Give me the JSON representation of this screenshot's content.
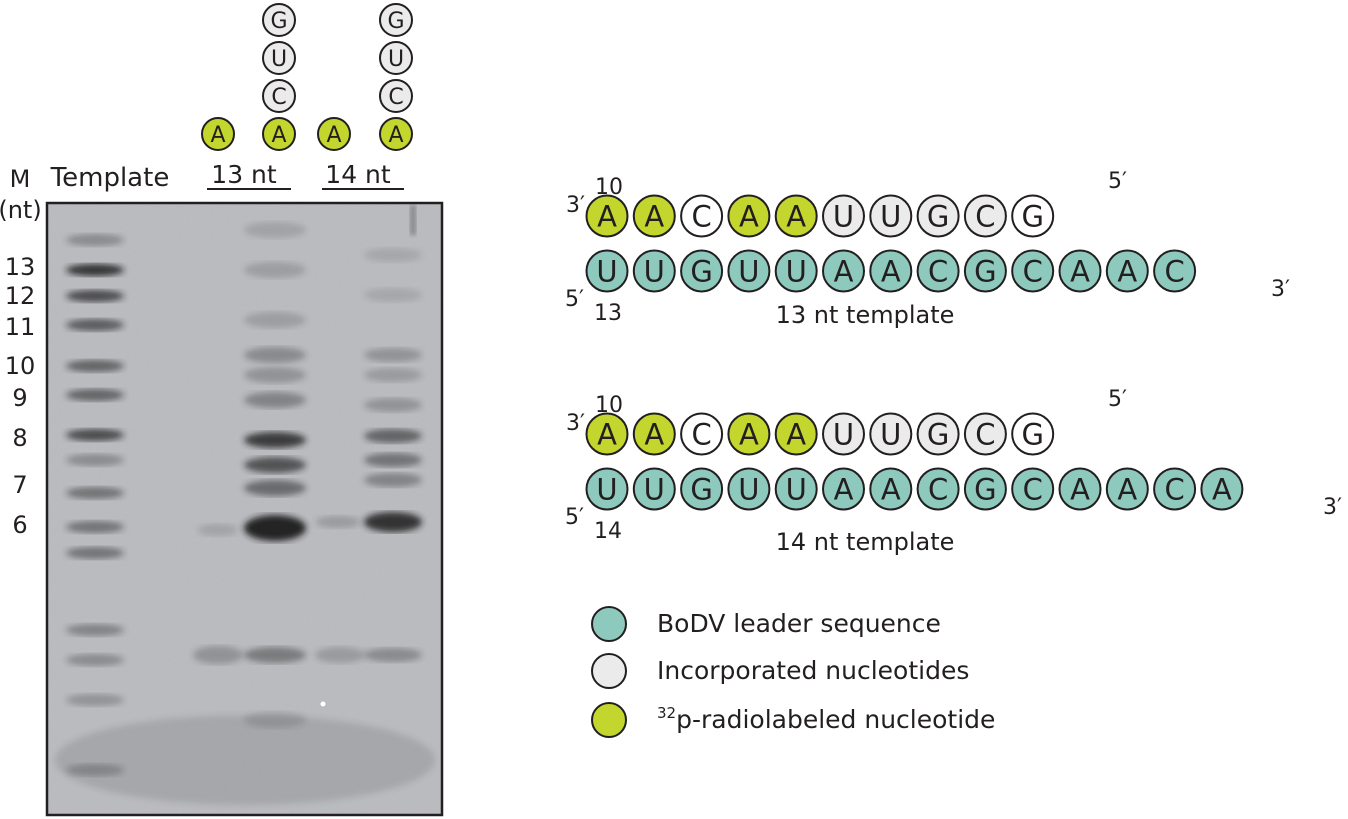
{
  "gel": {
    "marker_header": "M",
    "marker_unit": "(nt)",
    "template_header": "Template",
    "group_13": "13 nt",
    "group_14": "14 nt",
    "marker_sizes": [
      "13",
      "12",
      "11",
      "10",
      "9",
      "8",
      "7",
      "6"
    ],
    "lane_glyphs": {
      "lane_a_13": [
        "A"
      ],
      "lane_agucm_13": [
        "A",
        "C",
        "U",
        "G"
      ],
      "lane_a_14": [
        "A"
      ],
      "lane_agucm_14": [
        "A",
        "C",
        "U",
        "G"
      ]
    }
  },
  "duplex_13": {
    "label": "13 nt template",
    "top_left_prime": "3′",
    "top_left_num": "10",
    "top_right_prime": "5′",
    "bottom_left_prime": "5′",
    "bottom_left_num": "13",
    "bottom_right_prime": "3′",
    "top_row": [
      {
        "n": "A",
        "t": "label"
      },
      {
        "n": "A",
        "t": "label"
      },
      {
        "n": "C",
        "t": "blank"
      },
      {
        "n": "A",
        "t": "label"
      },
      {
        "n": "A",
        "t": "label"
      },
      {
        "n": "U",
        "t": "inc"
      },
      {
        "n": "U",
        "t": "inc"
      },
      {
        "n": "G",
        "t": "inc"
      },
      {
        "n": "C",
        "t": "inc"
      },
      {
        "n": "G",
        "t": "blank"
      }
    ],
    "bottom_row": [
      "U",
      "U",
      "G",
      "U",
      "U",
      "A",
      "A",
      "C",
      "G",
      "C",
      "A",
      "A",
      "C"
    ]
  },
  "duplex_14": {
    "label": "14 nt template",
    "top_left_prime": "3′",
    "top_left_num": "10",
    "top_right_prime": "5′",
    "bottom_left_prime": "5′",
    "bottom_left_num": "14",
    "bottom_right_prime": "3′",
    "top_row": [
      {
        "n": "A",
        "t": "label"
      },
      {
        "n": "A",
        "t": "label"
      },
      {
        "n": "C",
        "t": "blank"
      },
      {
        "n": "A",
        "t": "label"
      },
      {
        "n": "A",
        "t": "label"
      },
      {
        "n": "U",
        "t": "inc"
      },
      {
        "n": "U",
        "t": "inc"
      },
      {
        "n": "G",
        "t": "inc"
      },
      {
        "n": "C",
        "t": "inc"
      },
      {
        "n": "G",
        "t": "blank"
      }
    ],
    "bottom_row": [
      "U",
      "U",
      "G",
      "U",
      "U",
      "A",
      "A",
      "C",
      "G",
      "C",
      "A",
      "A",
      "C",
      "A"
    ]
  },
  "legend": {
    "leader": "BoDV leader sequence",
    "incorporated": "Incorporated nucleotides",
    "radio_sup": "32",
    "radio_text": "p-radiolabeled nucleotide"
  },
  "colors": {
    "leader": "#8ec9bd",
    "incorporated": "#ebebeb",
    "radiolabeled": "#c3d62e",
    "blank": "#ffffff",
    "stroke": "#231f20",
    "gel_background": "#bdbec2"
  }
}
